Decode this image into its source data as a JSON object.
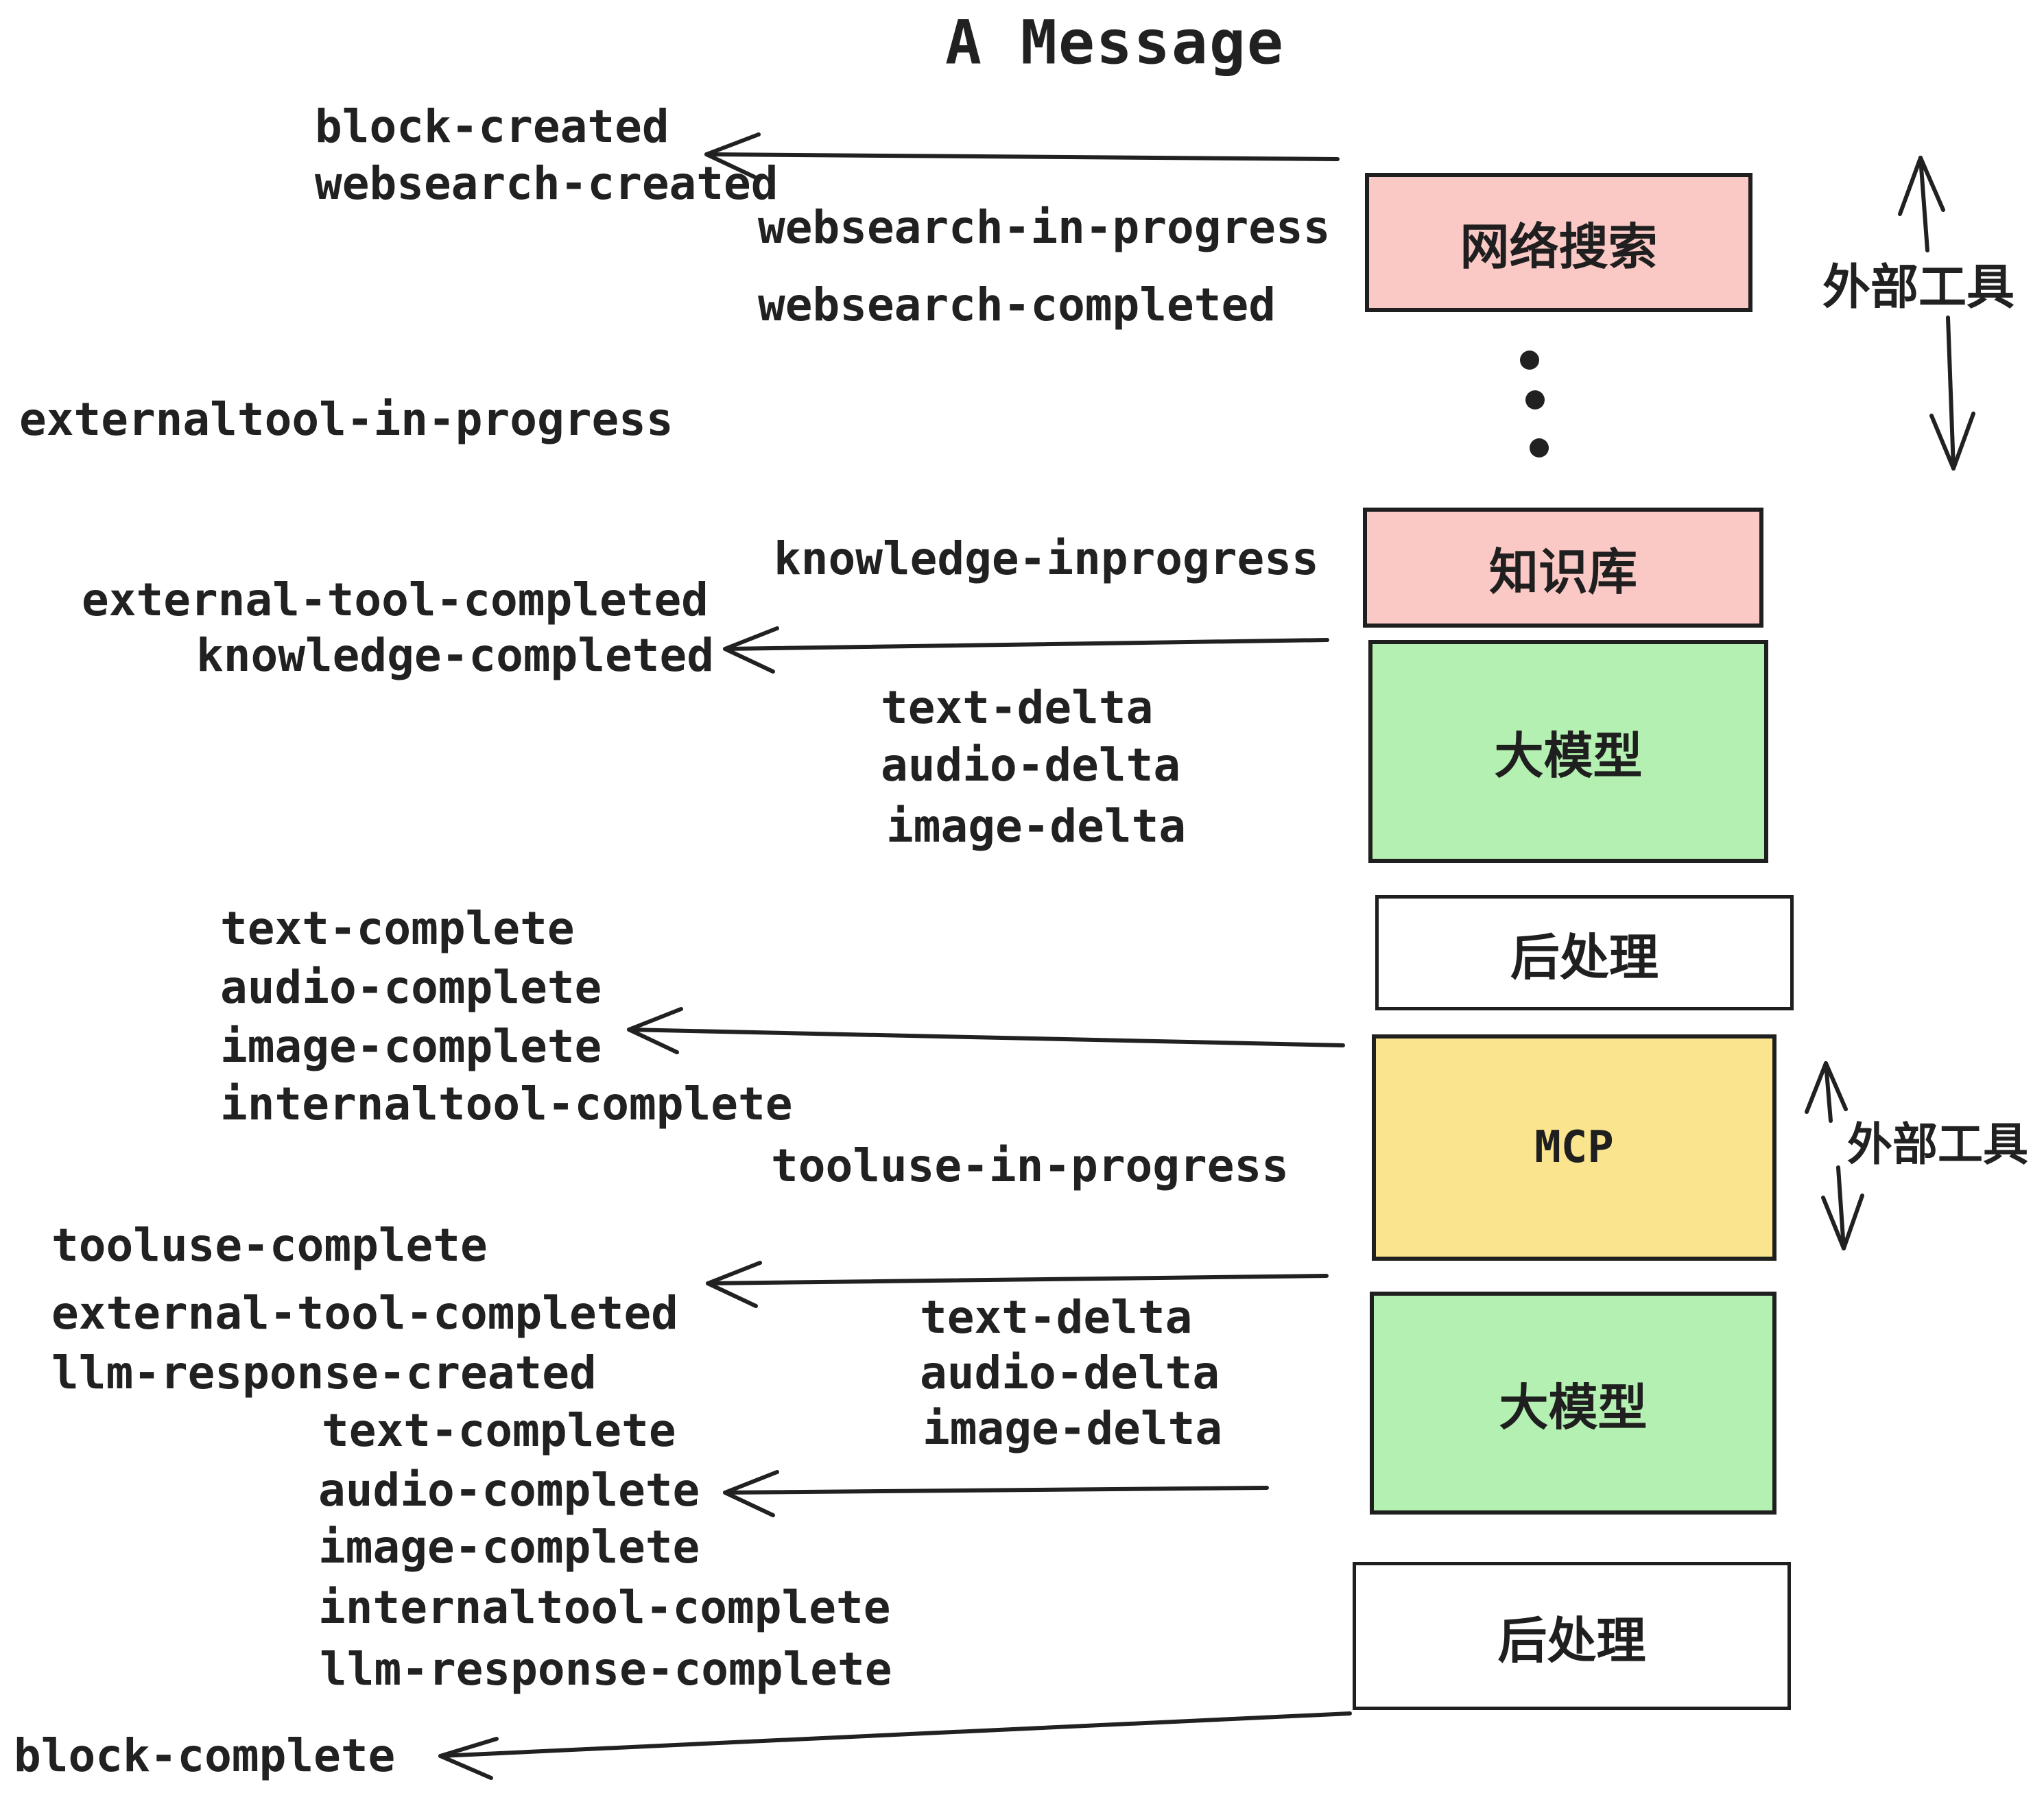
{
  "title": "A Message",
  "boxes": {
    "websearch": {
      "label": "网络搜索",
      "color": "#fbc9c5"
    },
    "knowledge": {
      "label": "知识库",
      "color": "#fbc9c5"
    },
    "llm_top": {
      "label": "大模型",
      "color": "#b4f0b1"
    },
    "post_top": {
      "label": "后处理",
      "color": "#ffffff"
    },
    "mcp": {
      "label": "MCP",
      "color": "#fae58e"
    },
    "llm_bottom": {
      "label": "大模型",
      "color": "#b4f0b1"
    },
    "post_bottom": {
      "label": "后处理",
      "color": "#ffffff"
    }
  },
  "annotations": {
    "external_tools_top": "外部工具",
    "external_tools_bottom": "外部工具"
  },
  "events": {
    "block_created": "block-created",
    "websearch_created": "websearch-created",
    "websearch_in_progress": "websearch-in-progress",
    "websearch_completed": "websearch-completed",
    "externaltool_in_progress": "externaltool-in-progress",
    "knowledge_inprogress": "knowledge-inprogress",
    "external_tool_completed_1": "external-tool-completed",
    "knowledge_completed": "knowledge-completed",
    "text_delta_1": "text-delta",
    "audio_delta_1": "audio-delta",
    "image_delta_1": "image-delta",
    "text_complete_1": "text-complete",
    "audio_complete_1": "audio-complete",
    "image_complete_1": "image-complete",
    "internaltool_complete_1": "internaltool-complete",
    "tooluse_in_progress": "tooluse-in-progress",
    "tooluse_complete": "tooluse-complete",
    "external_tool_completed_2": "external-tool-completed",
    "llm_response_created": "llm-response-created",
    "text_complete_2": "text-complete",
    "text_delta_2": "text-delta",
    "audio_delta_2": "audio-delta",
    "image_delta_2": "image-delta",
    "audio_complete_2": "audio-complete",
    "image_complete_2": "image-complete",
    "internaltool_complete_2": "internaltool-complete",
    "llm_response_complete": "llm-response-complete",
    "block_complete": "block-complete"
  },
  "colors": {
    "ink": "#212121",
    "pink": "#fbc9c5",
    "green": "#b4f0b1",
    "yellow": "#fae58e"
  }
}
